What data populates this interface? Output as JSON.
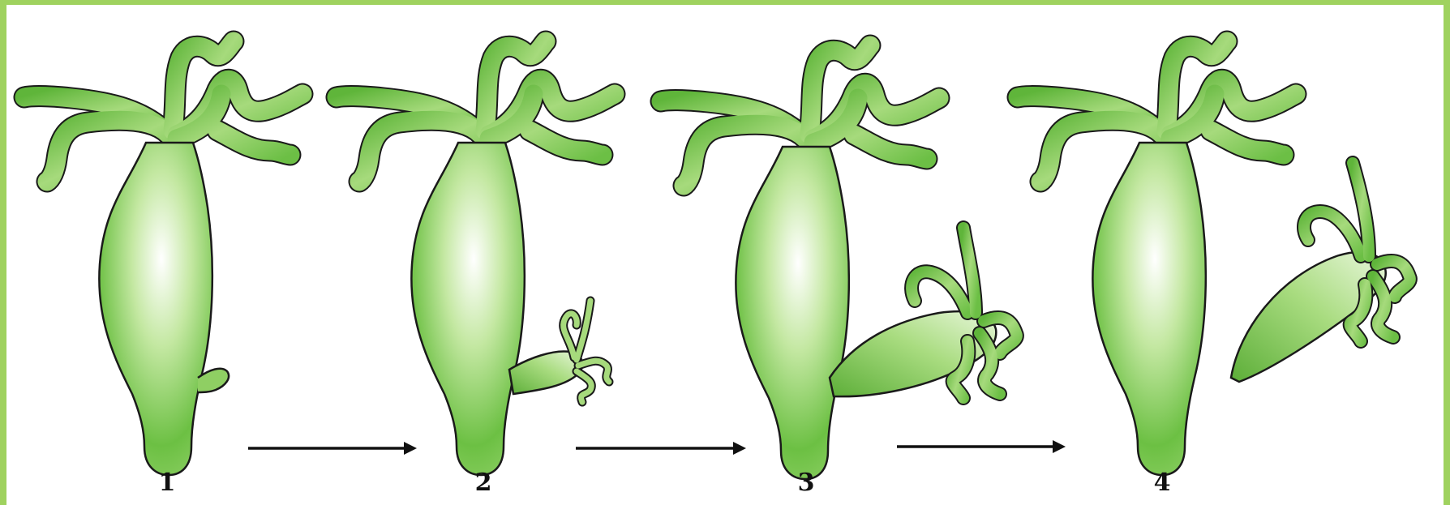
{
  "stages": [
    {
      "label": "1"
    },
    {
      "label": "2"
    },
    {
      "label": "3"
    },
    {
      "label": "4"
    }
  ],
  "colors": {
    "border": "#9fd25f",
    "body_light": "#ffffff",
    "body_mid": "#a8dc7a",
    "body_dark": "#5fb53a",
    "outline": "#1a1a1a",
    "arrow": "#111111"
  }
}
